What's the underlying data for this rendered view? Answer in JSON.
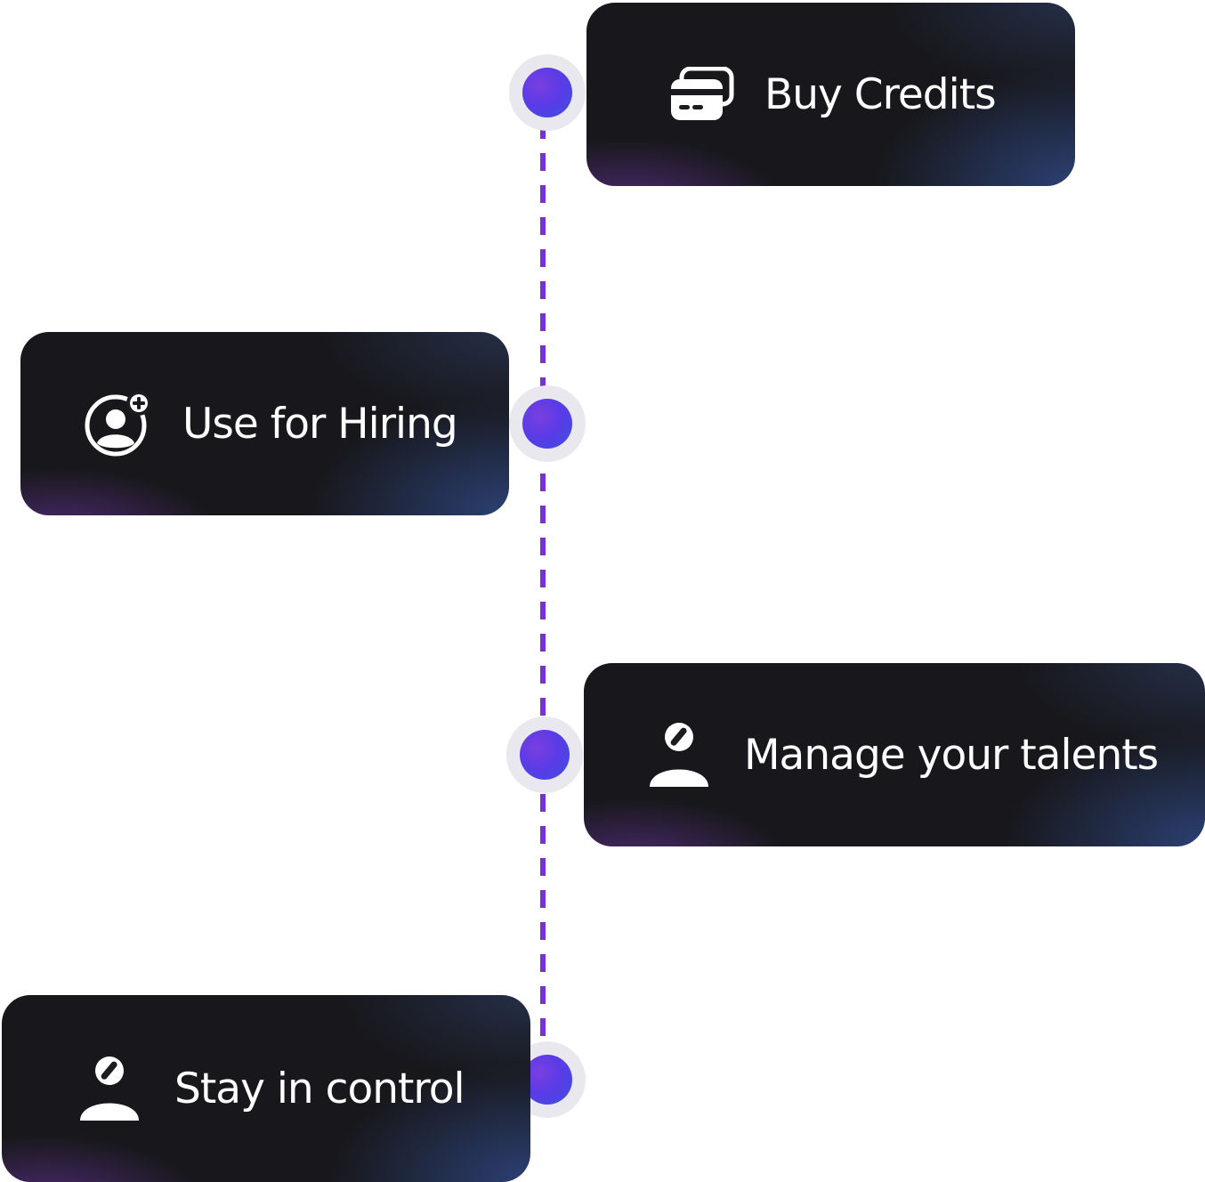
{
  "steps": [
    {
      "label": "Buy Credits",
      "icon": "credit-card-icon"
    },
    {
      "label": "Use for Hiring",
      "icon": "user-add-icon"
    },
    {
      "label": "Manage your talents",
      "icon": "user-edit-icon"
    },
    {
      "label": "Stay in control",
      "icon": "user-edit-icon"
    }
  ],
  "colors": {
    "card_background": "#18181c",
    "connector": "#7b2fd6",
    "node_ring": "#e8e8ee",
    "node_dot": "#5b3be6",
    "text": "#ffffff"
  }
}
